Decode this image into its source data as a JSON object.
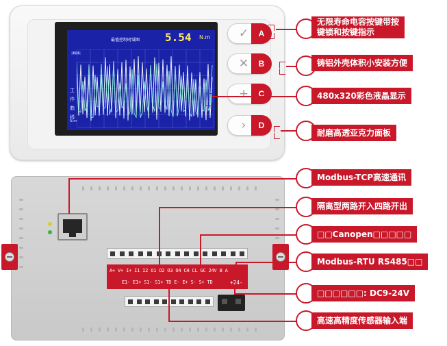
{
  "lcd": {
    "title": "最值控制时域图",
    "value": "5.54",
    "unit": "N.m",
    "tag": "4520",
    "y_axis_label": "工作曲线",
    "y_axis_unit": "N.m"
  },
  "keys": [
    {
      "glyph": "✓",
      "letter": "A",
      "glyph_name": "check-icon"
    },
    {
      "glyph": "✕",
      "letter": "B",
      "glyph_name": "cross-icon"
    },
    {
      "glyph": "+",
      "letter": "C",
      "glyph_name": "plus-icon"
    },
    {
      "glyph": "›",
      "letter": "D",
      "glyph_name": "chevron-right-icon"
    }
  ],
  "terminals": {
    "top_row": "A+ V+ I+ I1 I2 O1 O2 O3 O4 CH CL GC 24V B A",
    "bottom_row": "E1- E1+ S1- S1+ TD E- E+ S- S+ TD",
    "power_label": "+24-"
  },
  "callouts": [
    {
      "text": "无限寿命电容按键带按\n键锁和按键指示"
    },
    {
      "text": "铸铝外壳体积小安装方便"
    },
    {
      "text": "480x320彩色液晶显示"
    },
    {
      "text": "耐磨高透亚克力面板"
    },
    {
      "text": "Modbus-TCP高速通讯"
    },
    {
      "text": "隔离型两路开入四路开出"
    },
    {
      "text": "□□Canopen□□□□□"
    },
    {
      "text": "Modbus-RTU RS485□□"
    },
    {
      "text": "□□□□□□: DC9-24V"
    },
    {
      "text": "高速高精度传感器输入端"
    }
  ],
  "colors": {
    "accent": "#c8182a",
    "lcd_background": "#1a22a8",
    "lcd_value": "#ffe96a",
    "trace_primary": "#e9f1ff",
    "trace_secondary": "#7fe0d6"
  }
}
